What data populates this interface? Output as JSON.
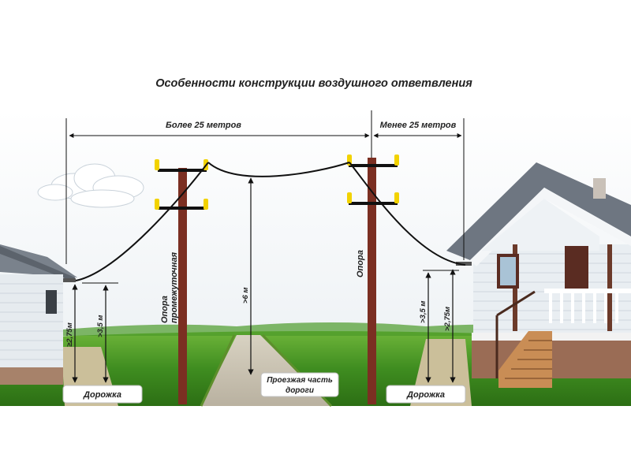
{
  "title": "Особенности конструкции воздушного ответвления",
  "spans": {
    "left": "Более 25 метров",
    "right": "Менее 25 метров"
  },
  "poles": {
    "intermediate": "Опора промежуточная",
    "intermediate_line1": "Опора",
    "intermediate_line2": "промежуточная",
    "main": "Опора"
  },
  "heights": {
    "left_house": "≥2,75м",
    "left_path": ">3,5 м",
    "road": ">6 м",
    "right_path": ">3,5 м",
    "right_house": ">2,75м"
  },
  "labels": {
    "path_left": "Дорожка",
    "road_line1": "Проезжая часть",
    "road_line2": "дороги",
    "path_right": "Дорожка"
  },
  "colors": {
    "pole": "#7b2f22",
    "insulator": "#f2d200",
    "sky": "#f4f6f8",
    "grass": "#3e8f1f",
    "wire": "#111111",
    "siding": "#e9eef2",
    "roof": "#6e7681"
  }
}
